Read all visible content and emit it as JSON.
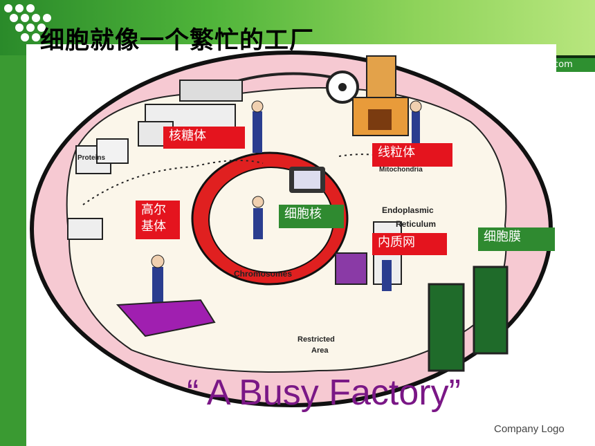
{
  "title": "细胞就像一个繁忙的工厂",
  "url_fragment": "com",
  "tagline": "“ A Busy Factory”",
  "company_logo": "Company Logo",
  "labels": {
    "ribosome": "核糖体",
    "mitochondria": "线粒体",
    "golgi": "高尔\n基体",
    "nucleus": "细胞核",
    "er": "内质网",
    "membrane": "细胞膜"
  },
  "illustration_text": {
    "endoplasmic": "Endoplasmic",
    "reticulum": "Reticulum",
    "chromosomes": "Chromosomes",
    "restricted": "Restricted",
    "area": "Area",
    "mitochondria_en": "Mitochondria",
    "proteins": "Proteins"
  },
  "colors": {
    "label_red": "#e4141e",
    "label_green": "#2f8a30",
    "tagline": "#7a1786",
    "cell_pink": "#f6c9d2"
  }
}
